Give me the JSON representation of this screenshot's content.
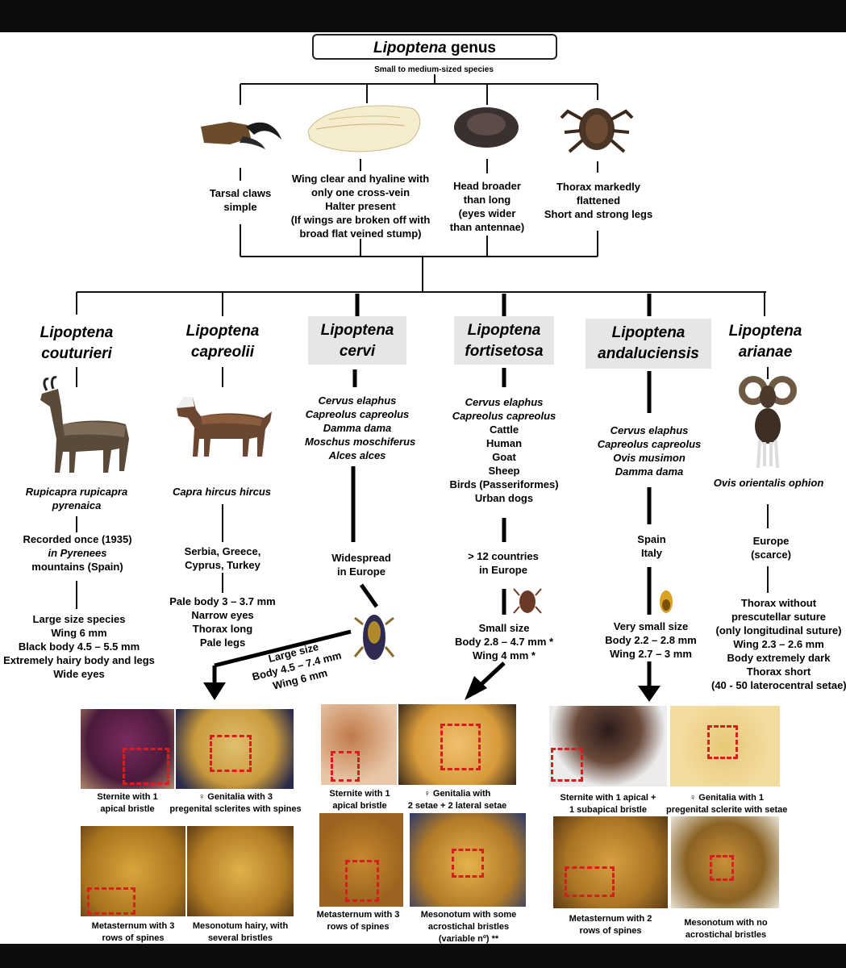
{
  "genus": {
    "name": "Lipoptena",
    "suffix": " genus",
    "subtitle": "Small to medium-sized species"
  },
  "features": [
    {
      "lines": [
        "Tarsal claws",
        "simple"
      ]
    },
    {
      "lines": [
        "Wing  clear and hyaline with",
        "only one cross-vein",
        "Halter present",
        "(If wings are broken off with",
        "broad flat veined stump)"
      ]
    },
    {
      "lines": [
        "Head broader",
        "than long",
        "(eyes wider",
        "than antennae)"
      ]
    },
    {
      "lines": [
        "Thorax markedly",
        "flattened",
        "Short and strong legs"
      ]
    }
  ],
  "species": [
    {
      "name": [
        "Lipoptena",
        "couturieri"
      ],
      "hosts": [
        "Rupicapra rupicapra",
        "pyrenaica"
      ],
      "distribution": [
        "Recorded once (1935)",
        "in Pyrenees",
        "mountains (Spain)"
      ],
      "traits": [
        "Large size species",
        "Wing 6 mm",
        "Black body  4.5 –  5.5 mm",
        "Extremely hairy body and legs",
        "Wide eyes"
      ]
    },
    {
      "name": [
        "Lipoptena",
        "capreolii"
      ],
      "hosts": [
        "Capra hircus hircus"
      ],
      "distribution": [
        "Serbia, Greece,",
        "Cyprus, Turkey"
      ],
      "traits": [
        "Pale body  3 – 3.7 mm",
        "Narrow eyes",
        "Thorax long",
        "Pale legs"
      ]
    },
    {
      "name": [
        "Lipoptena",
        "cervi"
      ],
      "hosts": [
        "Cervus elaphus",
        "Capreolus capreolus",
        "Damma dama",
        "Moschus moschiferus",
        "Alces alces"
      ],
      "distribution": [
        "Widespread",
        "in Europe"
      ],
      "traits": [
        "Large size",
        "Body 4.5 – 7.4  mm",
        "Wing 6 mm"
      ]
    },
    {
      "name": [
        "Lipoptena",
        "fortisetosa"
      ],
      "hosts_italic": [
        "Cervus elaphus",
        "Capreolus capreolus"
      ],
      "hosts": [
        "Cattle",
        "Human",
        "Goat",
        "Sheep",
        "Birds (Passeriformes)",
        "Urban dogs"
      ],
      "distribution": [
        "> 12 countries",
        "in Europe"
      ],
      "traits": [
        "Small size",
        "Body 2.8 – 4.7 mm *",
        "Wing 4 mm *"
      ]
    },
    {
      "name": [
        "Lipoptena",
        "andaluciensis"
      ],
      "hosts": [
        "Cervus elaphus",
        "Capreolus capreolus",
        "Ovis musimon",
        "Damma dama"
      ],
      "distribution": [
        "Spain",
        "Italy"
      ],
      "traits": [
        "Very small size",
        "Body 2.2 –  2.8 mm",
        "Wing 2.7 – 3 mm"
      ]
    },
    {
      "name": [
        "Lipoptena",
        "arianae"
      ],
      "hosts": [
        "Ovis orientalis ophion"
      ],
      "distribution": [
        "Europe",
        "(scarce)"
      ],
      "traits": [
        "Thorax without",
        "prescutellar suture",
        "(only longitudinal suture)",
        "Wing 2.3 – 2.6 mm",
        "Body extremely dark",
        "Thorax short",
        "(40 - 50 laterocentral setae)"
      ]
    }
  ],
  "photo_captions": {
    "cervi": [
      [
        "Sternite with 1",
        "apical bristle"
      ],
      [
        "♀ Genitalia with 3",
        "pregenital sclerites with spines"
      ],
      [
        "Metasternum with 3",
        "rows of spines"
      ],
      [
        "Mesonotum hairy, with",
        "several bristles"
      ]
    ],
    "fortisetosa": [
      [
        "Sternite with 1",
        "apical bristle"
      ],
      [
        "♀ Genitalia with",
        "2 setae + 2 lateral setae"
      ],
      [
        "Metasternum with 3",
        "rows of spines"
      ],
      [
        "Mesonotum with  some",
        "acrostichal bristles",
        "(variable nº) **"
      ]
    ],
    "andaluciensis": [
      [
        "Sternite with 1 apical +",
        "1 subapical bristle"
      ],
      [
        "♀ Genitalia with 1",
        "pregenital sclerite with setae"
      ],
      [
        "Metasternum with 2",
        "rows of spines"
      ],
      [
        "Mesonotum with no",
        "acrostichal bristles"
      ]
    ]
  },
  "colors": {
    "box_highlight": "#e6e6e6",
    "red_box": "#d61e1e",
    "bars": "#0d0d0d"
  }
}
